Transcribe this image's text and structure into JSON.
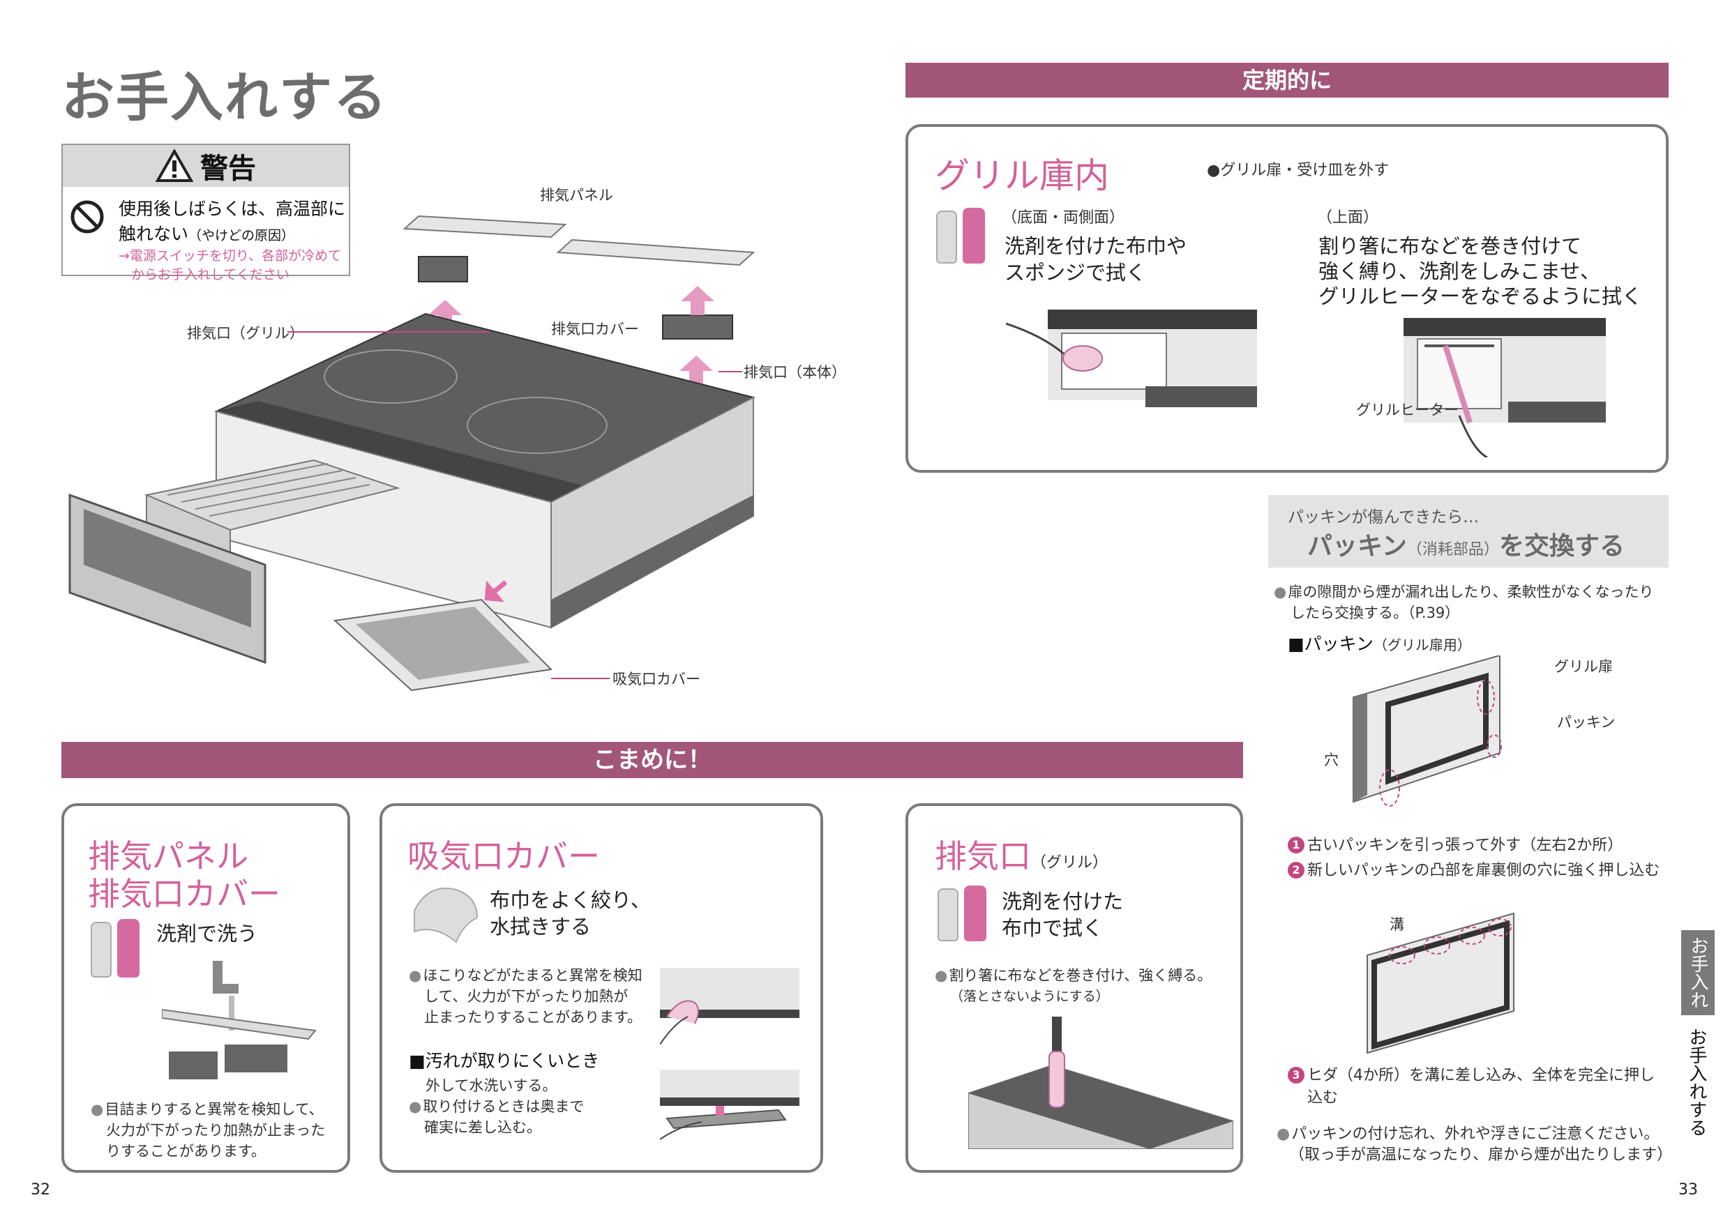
{
  "page_title": "お手入れする",
  "warning": {
    "heading": "警告",
    "line1": "使用後しばらくは、高温部に",
    "line2_main": "触れない",
    "line2_note": "（やけどの原因）",
    "note1": "→電源スイッチを切り、各部が冷めて",
    "note2": "からお手入れしてください"
  },
  "diagram_labels": {
    "exhaust_panel": "排気パネル",
    "exhaust_grill": "排気口（グリル）",
    "exhaust_cover": "排気口カバー",
    "exhaust_body": "排気口（本体）",
    "intake_cover": "吸気口カバー"
  },
  "teiki": {
    "band": "定期的に",
    "title": "グリル庫内",
    "note": "●グリル扉・受け皿を外す",
    "bottom_label": "（底面・両側面）",
    "bottom_l1": "洗剤を付けた布巾や",
    "bottom_l2": "スポンジで拭く",
    "top_label": "（上面）",
    "top_l1": "割り箸に布などを巻き付けて",
    "top_l2": "強く縛り、洗剤をしみこませ、",
    "top_l3": "グリルヒーターをなぞるように拭く",
    "heater_label": "グリルヒーター"
  },
  "packing": {
    "small": "パッキンが傷んできたら…",
    "big1": "パッキン",
    "big2": "（消耗部品）",
    "big3": "を交換する",
    "desc1": "扉の隙間から煙が漏れ出したり、柔軟性がなくなったり",
    "desc2": "したら交換する。（P.39）",
    "sub_a": "■パッキン",
    "sub_b": "（グリル扉用）",
    "lbl_door": "グリル扉",
    "lbl_packing": "パッキン",
    "lbl_hole": "穴",
    "lbl_groove": "溝",
    "step1": "古いパッキンを引っ張って外す（左右2か所）",
    "step2": "新しいパッキンの凸部を扉裏側の穴に強く押し込む",
    "step3a": "ヒダ（4か所）を溝に差し込み、全体を完全に押し",
    "step3b": "込む",
    "n1": "1",
    "n2": "2",
    "n3": "3",
    "caution1": "パッキンの付け忘れ、外れや浮きにご注意ください。",
    "caution2": "（取っ手が高温になったり、扉から煙が出たりします）"
  },
  "komame": {
    "band": "こまめに！",
    "panel_title1": "排気パネル",
    "panel_title2": "排気口カバー",
    "panel_wash": "洗剤で洗う",
    "panel_note1": "目詰まりすると異常を検知して、",
    "panel_note2": "火力が下がったり加熱が止まった",
    "panel_note3": "りすることがあります。",
    "intake_title": "吸気口カバー",
    "intake_l1": "布巾をよく絞り、",
    "intake_l2": "水拭きする",
    "intake_note1": "ほこりなどがたまると異常を検知",
    "intake_note2": "して、火力が下がったり加熱が",
    "intake_note3": "止まったりすることがあります。",
    "intake_sub": "■汚れが取りにくいとき",
    "intake_sub_note": "外して水洗いする。",
    "intake_note4": "取り付けるときは奥まで",
    "intake_note5": "確実に差し込む。",
    "grill_title": "排気口",
    "grill_title_note": "（グリル）",
    "grill_l1": "洗剤を付けた",
    "grill_l2": "布巾で拭く",
    "grill_note1": "割り箸に布などを巻き付け、強く縛る。",
    "grill_note2": "（落とさないようにする）"
  },
  "side_tab": "お手入れ",
  "side_vertical": "お手入れする",
  "page_left": "32",
  "page_right": "33"
}
